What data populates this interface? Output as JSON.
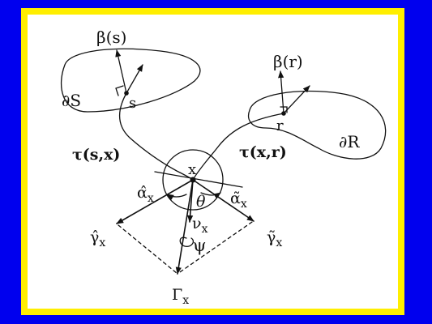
{
  "labels": {
    "beta_s": "β(s)",
    "beta_r": "β(r)",
    "partial_s": "∂S",
    "partial_r": "∂R",
    "point_s": "s",
    "point_r": "r",
    "point_x": "x",
    "tau_sx": "τ(s,x)",
    "tau_xr": "τ(x,r)",
    "alpha_hat": "α̂",
    "alpha_hat_sub": "x",
    "alpha_tilde": "α̃",
    "alpha_tilde_sub": "x",
    "theta": "θ",
    "nu": "ν",
    "nu_sub": "x",
    "psi": "ψ",
    "gamma_hat": "γ̂",
    "gamma_hat_sub": "x",
    "gamma_tilde": "γ̃",
    "gamma_tilde_sub": "x",
    "Gamma": "Γ",
    "Gamma_sub": "x"
  },
  "colors": {
    "background": "#0000ee",
    "frame": "#ffee00",
    "panel": "#ffffff",
    "ink": "#111111"
  }
}
